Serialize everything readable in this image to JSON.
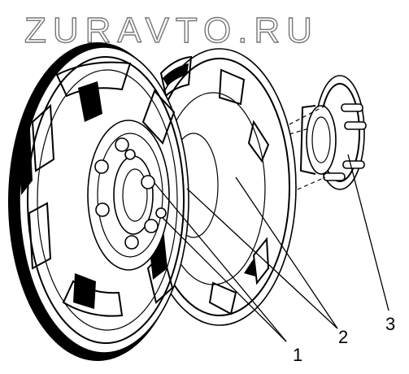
{
  "watermark": {
    "text": "ZURAVTO.RU",
    "color": "#777777"
  },
  "callouts": [
    {
      "id": "1",
      "label": "1"
    },
    {
      "id": "2",
      "label": "2"
    },
    {
      "id": "3",
      "label": "3"
    }
  ],
  "colors": {
    "line": "#000000",
    "background": "#ffffff"
  }
}
